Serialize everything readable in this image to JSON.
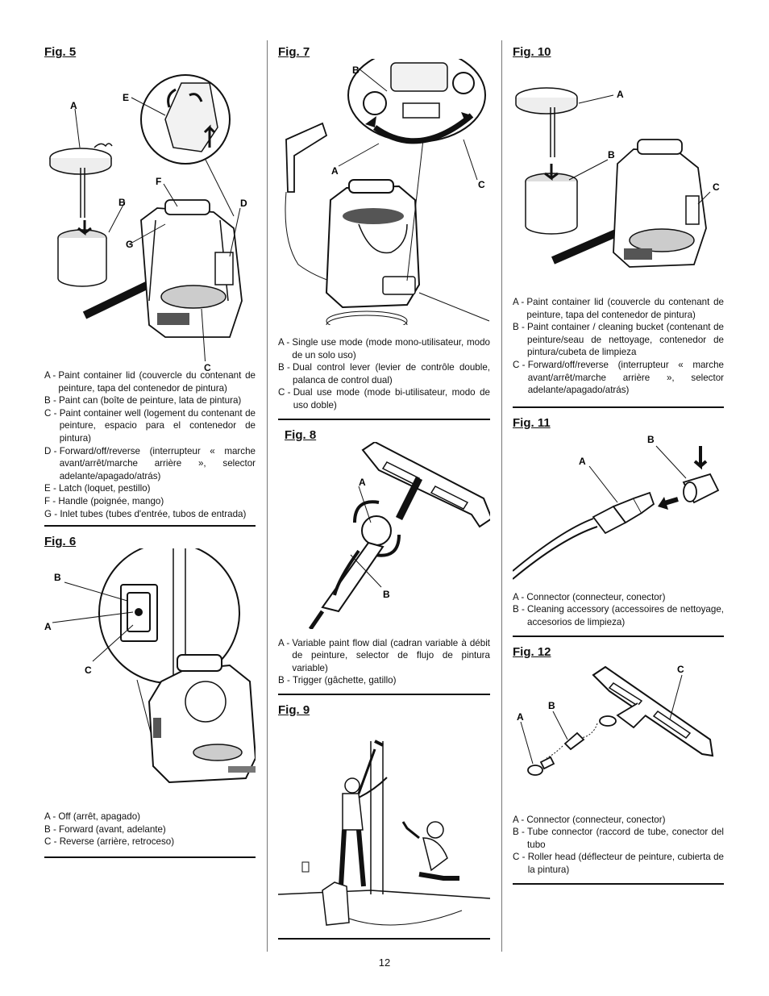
{
  "page_number": "12",
  "fig5": {
    "title": "Fig. 5",
    "labels": [
      "A",
      "B",
      "C",
      "D",
      "E",
      "F",
      "G"
    ],
    "legend": [
      {
        "key": "A - ",
        "text": "Paint container lid (couvercle du contenant de peinture, tapa del contenedor de pintura)"
      },
      {
        "key": "B - ",
        "text": "Paint can (boîte de peinture, lata de pintura)"
      },
      {
        "key": "C - ",
        "text": "Paint container well (logement du contenant de peinture, espacio para el contenedor de pintura)"
      },
      {
        "key": "D - ",
        "text": "Forward/off/reverse (interrupteur « marche avant/arrêt/marche arrière », selector adelante/apagado/atrás)"
      },
      {
        "key": "E - ",
        "text": "Latch (loquet, pestillo)"
      },
      {
        "key": "F - ",
        "text": "Handle (poignée, mango)"
      },
      {
        "key": "G - ",
        "text": "Inlet tubes (tubes d'entrée, tubos de entrada)"
      }
    ]
  },
  "fig6": {
    "title": "Fig. 6",
    "labels": [
      "A",
      "B",
      "C"
    ],
    "legend": [
      {
        "key": "A - ",
        "text": "Off (arrêt, apagado)"
      },
      {
        "key": "B - ",
        "text": "Forward (avant, adelante)"
      },
      {
        "key": "C - ",
        "text": "Reverse (arrière, retroceso)"
      }
    ]
  },
  "fig7": {
    "title": "Fig. 7",
    "labels": [
      "A",
      "B",
      "C"
    ],
    "legend": [
      {
        "key": "A - ",
        "text": "Single use mode (mode mono-utilisateur, modo de un solo uso)"
      },
      {
        "key": "B - ",
        "text": "Dual control lever (levier de contrôle double, palanca de control dual)"
      },
      {
        "key": "C - ",
        "text": "Dual use mode (mode bi-utilisateur, modo de uso doble)"
      }
    ]
  },
  "fig8": {
    "title": "Fig. 8",
    "labels": [
      "A",
      "B"
    ],
    "legend": [
      {
        "key": "A - ",
        "text": "Variable paint flow dial (cadran variable à débit de peinture, selector de flujo de pintura variable)"
      },
      {
        "key": "B - ",
        "text": "Trigger (gâchette, gatillo)"
      }
    ]
  },
  "fig9": {
    "title": "Fig. 9"
  },
  "fig10": {
    "title": "Fig. 10",
    "labels": [
      "A",
      "B",
      "C"
    ],
    "legend": [
      {
        "key": "A - ",
        "text": "Paint container lid (couvercle du contenant de peinture, tapa del contenedor de pintura)"
      },
      {
        "key": "B - ",
        "text": "Paint container / cleaning bucket (contenant de peinture/seau de nettoyage, contenedor de pintura/cubeta de limpieza"
      },
      {
        "key": "C - ",
        "text": "Forward/off/reverse (interrupteur « marche avant/arrêt/marche arrière », selector adelante/apagado/atrás)"
      }
    ]
  },
  "fig11": {
    "title": "Fig. 11",
    "labels": [
      "A",
      "B"
    ],
    "legend": [
      {
        "key": "A - ",
        "text": "Connector (connecteur, conector)"
      },
      {
        "key": "B - ",
        "text": "Cleaning accessory (accessoires de nettoyage, accesorios de limpieza)"
      }
    ]
  },
  "fig12": {
    "title": "Fig. 12",
    "labels": [
      "A",
      "B",
      "C"
    ],
    "legend": [
      {
        "key": "A - ",
        "text": "Connector (connecteur, conector)"
      },
      {
        "key": "B - ",
        "text": "Tube connector (raccord de tube, conector del tubo"
      },
      {
        "key": "C - ",
        "text": "Roller head (déflecteur de peinture, cubierta de la pintura)"
      }
    ]
  }
}
